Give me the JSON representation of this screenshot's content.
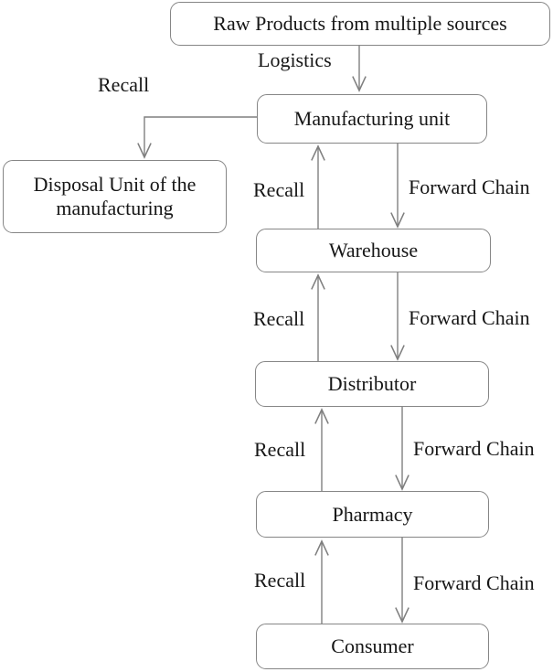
{
  "diagram": {
    "nodes": [
      {
        "id": "raw-products",
        "label": "Raw Products from multiple sources"
      },
      {
        "id": "manufacturing",
        "label": "Manufacturing unit"
      },
      {
        "id": "disposal",
        "label": "Disposal Unit of the manufacturing"
      },
      {
        "id": "warehouse",
        "label": "Warehouse"
      },
      {
        "id": "distributor",
        "label": "Distributor"
      },
      {
        "id": "pharmacy",
        "label": "Pharmacy"
      },
      {
        "id": "consumer",
        "label": "Consumer"
      }
    ],
    "edge_labels": {
      "logistics": "Logistics",
      "recall": "Recall",
      "forward_chain": "Forward Chain"
    },
    "edges": [
      {
        "from": "Raw Products from multiple sources",
        "to": "Manufacturing unit",
        "label": "Logistics",
        "direction": "down"
      },
      {
        "from": "Manufacturing unit",
        "to": "Disposal Unit of the manufacturing",
        "label": "Recall",
        "direction": "left-down"
      },
      {
        "from": "Manufacturing unit",
        "to": "Warehouse",
        "label": "Forward Chain",
        "direction": "down"
      },
      {
        "from": "Warehouse",
        "to": "Manufacturing unit",
        "label": "Recall",
        "direction": "up"
      },
      {
        "from": "Warehouse",
        "to": "Distributor",
        "label": "Forward Chain",
        "direction": "down"
      },
      {
        "from": "Distributor",
        "to": "Warehouse",
        "label": "Recall",
        "direction": "up"
      },
      {
        "from": "Distributor",
        "to": "Pharmacy",
        "label": "Forward Chain",
        "direction": "down"
      },
      {
        "from": "Pharmacy",
        "to": "Distributor",
        "label": "Recall",
        "direction": "up"
      },
      {
        "from": "Pharmacy",
        "to": "Consumer",
        "label": "Forward Chain",
        "direction": "down"
      },
      {
        "from": "Consumer",
        "to": "Pharmacy",
        "label": "Recall",
        "direction": "up"
      }
    ],
    "colors": {
      "background": "#ffffff",
      "box_border": "#868686",
      "line": "#7f7f7f",
      "text": "#161616"
    }
  }
}
